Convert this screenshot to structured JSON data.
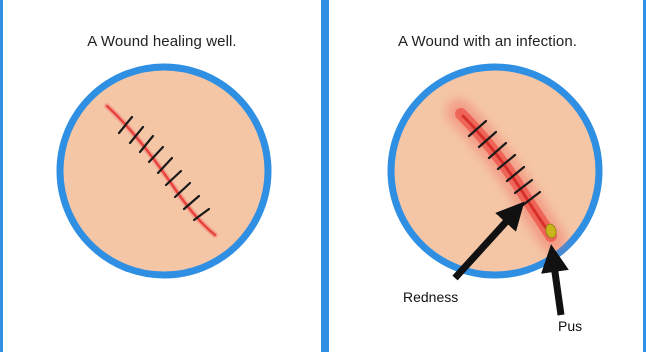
{
  "panels": {
    "healthy": {
      "title": "A Wound healing well."
    },
    "infected": {
      "title": "A Wound with an infection.",
      "labels": {
        "redness": "Redness",
        "pus": "Pus"
      }
    }
  },
  "colors": {
    "border_blue": "#2f8fe3",
    "skin": "#f4c6a6",
    "wound_red": "#e8433c",
    "inflammation": "#f26b5e",
    "pus_yellow": "#c9b51a",
    "stitch": "#1a1a1a"
  },
  "icons": {
    "stitch": "stitch-mark-icon",
    "arrow": "arrow-up-icon"
  }
}
